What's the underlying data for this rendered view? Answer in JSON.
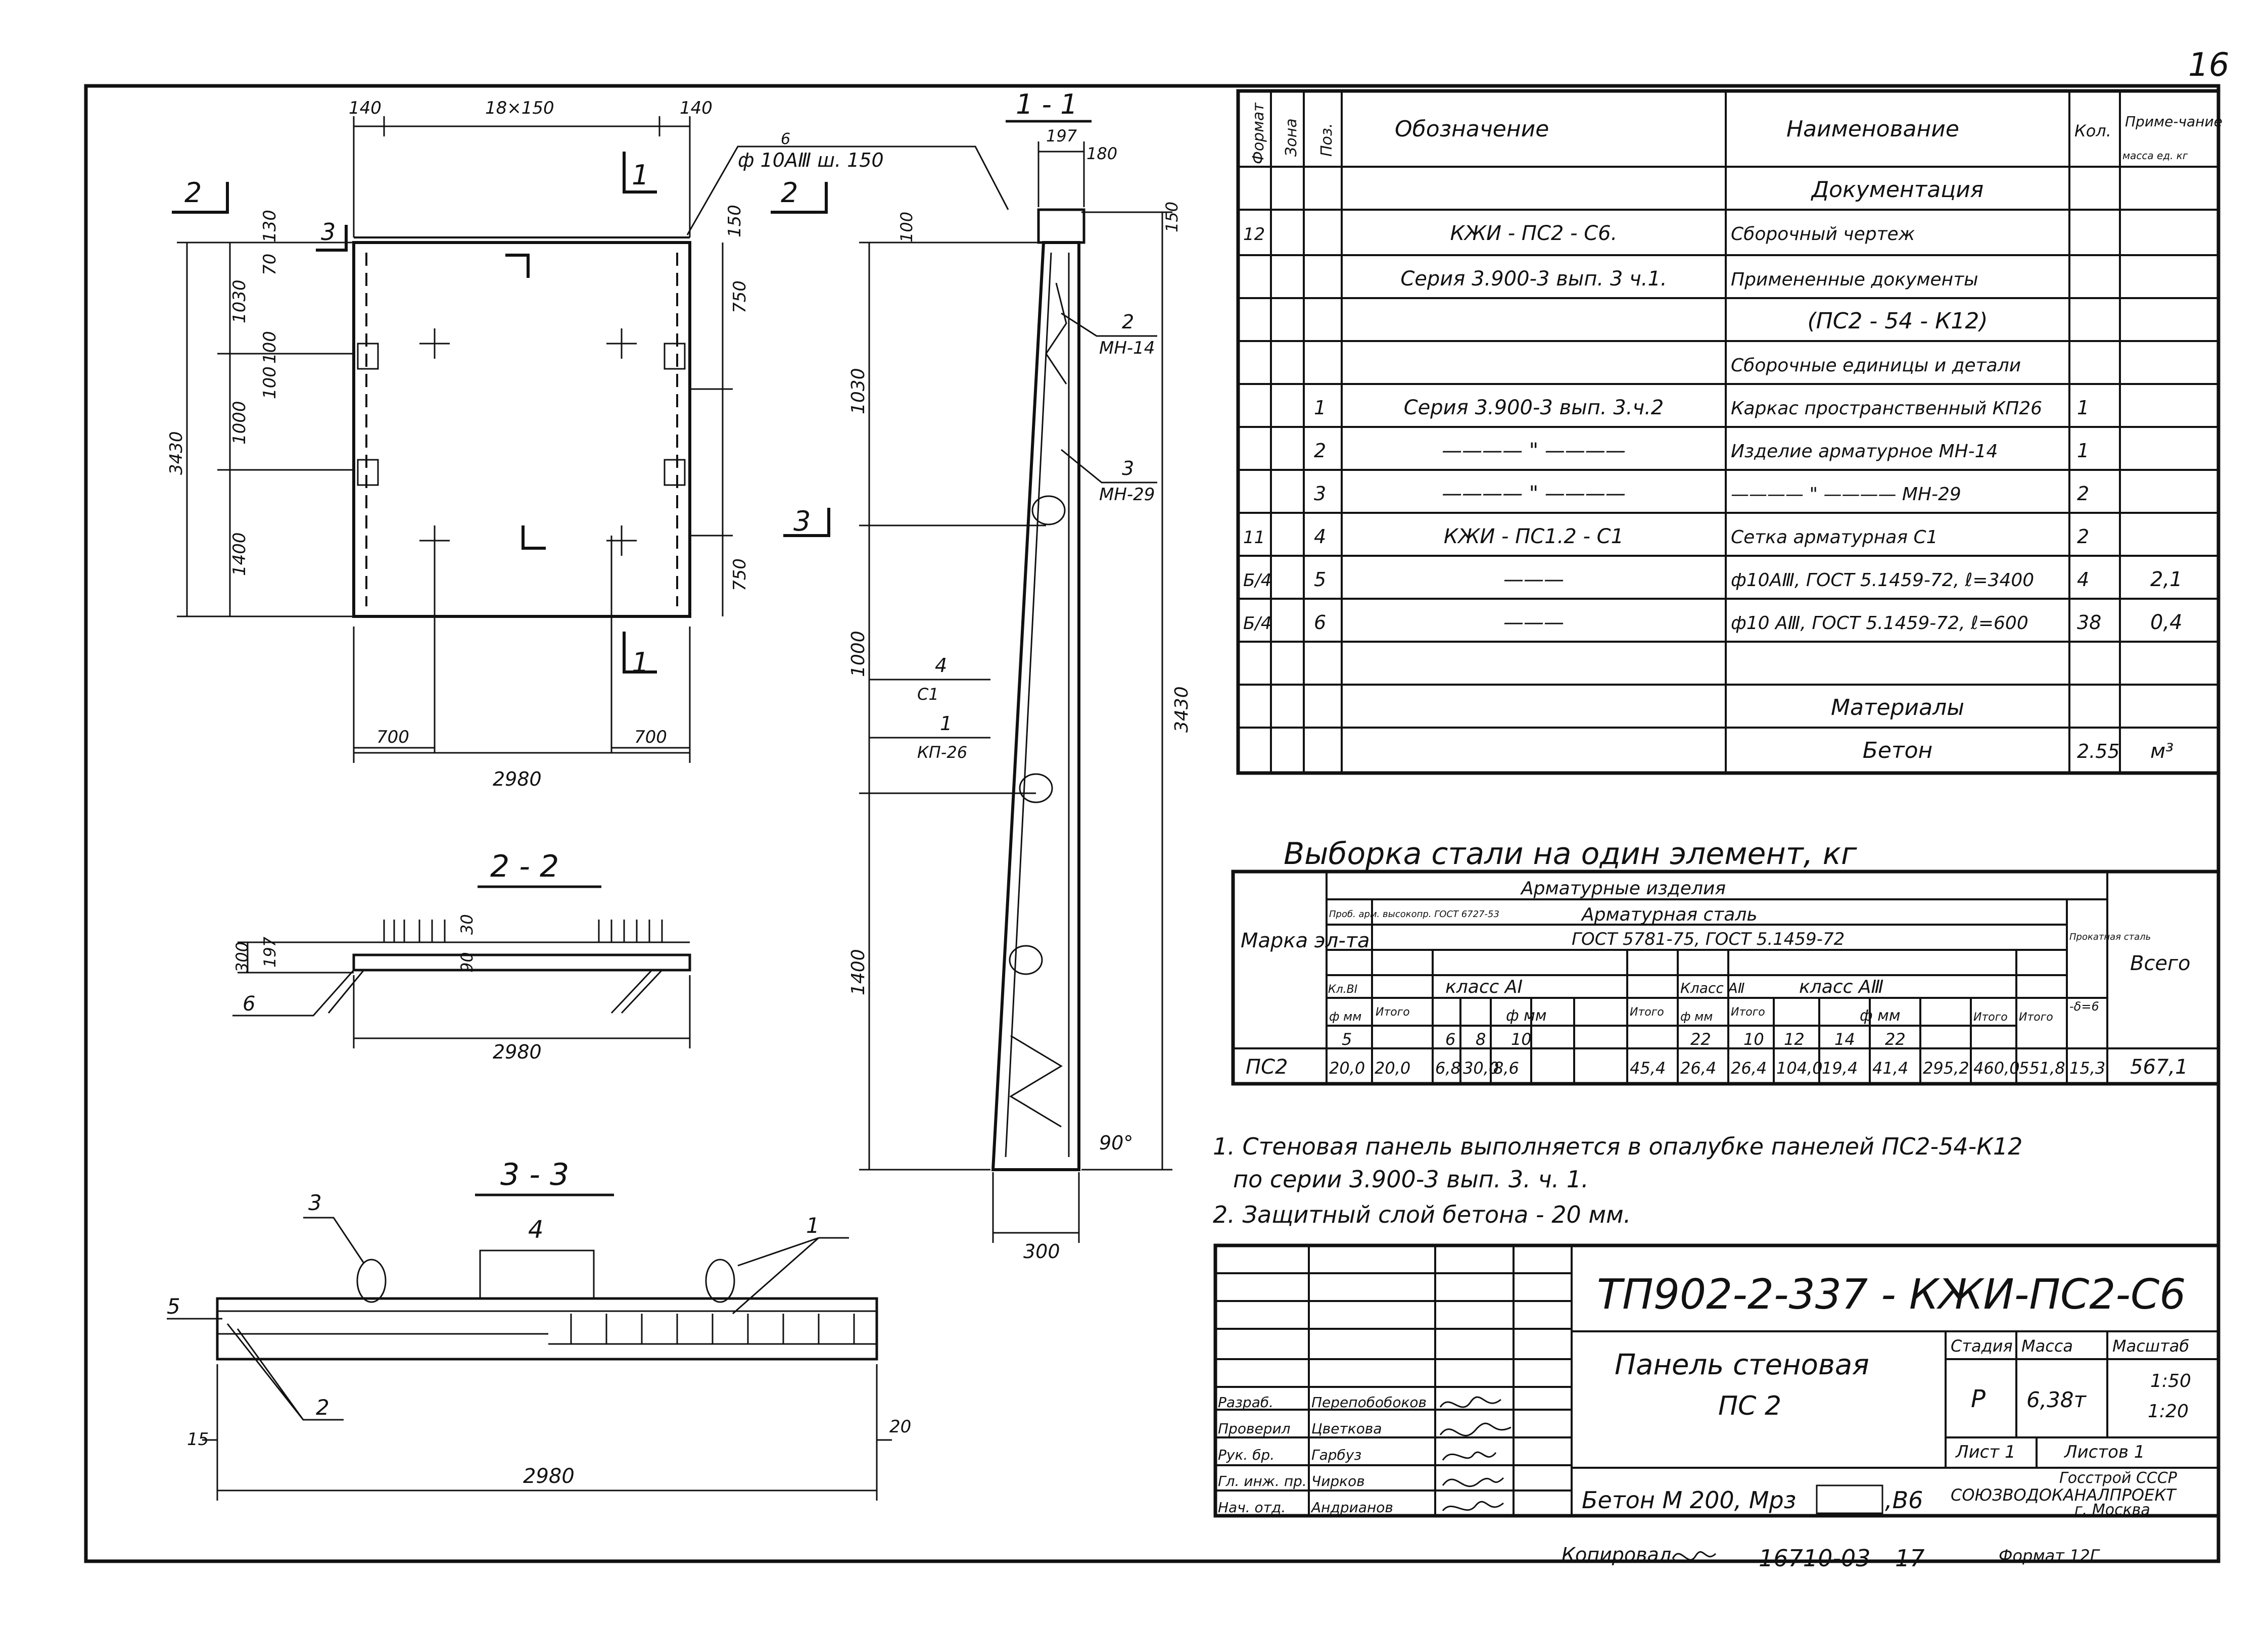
{
  "sheet_number": "16",
  "drawings": {
    "plan": {
      "dims_top": [
        "140",
        "18×150",
        "140"
      ],
      "dims_left": [
        "130",
        "1030",
        "70",
        "100",
        "100",
        "1000",
        "1400",
        "3430"
      ],
      "dims_right": [
        "150",
        "750",
        "750"
      ],
      "dims_bottom": [
        "700",
        "700",
        "2980"
      ],
      "section_marks": [
        "1",
        "1",
        "2",
        "2",
        "3",
        "3"
      ],
      "rebar_label": "ф 10АⅢ ш. 150",
      "rebar_pos": "6"
    },
    "section_1_1": {
      "title": "1 - 1",
      "dims": [
        "197",
        "180",
        "150",
        "100",
        "1030",
        "1000",
        "1400",
        "3430",
        "300",
        "90°"
      ],
      "callouts": [
        {
          "pos": "2",
          "sub": "МН-14"
        },
        {
          "pos": "3",
          "sub": "МН-29"
        },
        {
          "pos": "4",
          "sub": "С1"
        },
        {
          "pos": "1",
          "sub": "КП-26"
        }
      ]
    },
    "section_2_2": {
      "title": "2 - 2",
      "dims": [
        "300",
        "197",
        "30",
        "90",
        "2980"
      ],
      "pos": "6"
    },
    "section_3_3": {
      "title": "3 - 3",
      "dims": [
        "15",
        "20",
        "2980"
      ],
      "pos": [
        "3",
        "4",
        "1",
        "5",
        "2"
      ]
    }
  },
  "spec_table": {
    "headers": {
      "format": "Формат",
      "zone": "Зона",
      "pos": "Поз.",
      "designation": "Обозначение",
      "name": "Наименование",
      "qty": "Кол.",
      "note": "Приме-чание",
      "note_sub": "масса ед. кг"
    },
    "rows": [
      {
        "format": "",
        "pos": "",
        "designation": "",
        "name": "Документация",
        "qty": "",
        "note": ""
      },
      {
        "format": "12",
        "pos": "",
        "designation": "КЖИ - ПС2 - С6.",
        "name": "Сборочный чертеж",
        "qty": "",
        "note": ""
      },
      {
        "format": "",
        "pos": "",
        "designation": "Серия 3.900-3 вып. 3 ч.1.",
        "name": "Примененные документы",
        "qty": "",
        "note": ""
      },
      {
        "format": "",
        "pos": "",
        "designation": "",
        "name": "(ПС2 - 54 - К12)",
        "qty": "",
        "note": ""
      },
      {
        "format": "",
        "pos": "",
        "designation": "",
        "name": "Сборочные единицы и детали",
        "qty": "",
        "note": ""
      },
      {
        "format": "",
        "pos": "1",
        "designation": "Серия 3.900-3 вып. 3.ч.2",
        "name": "Каркас пространственный КП26",
        "qty": "1",
        "note": ""
      },
      {
        "format": "",
        "pos": "2",
        "designation": "———— \" ————",
        "name": "Изделие арматурное МН-14",
        "qty": "1",
        "note": ""
      },
      {
        "format": "",
        "pos": "3",
        "designation": "———— \" ————",
        "name": "———— \" ———— МН-29",
        "qty": "2",
        "note": ""
      },
      {
        "format": "11",
        "pos": "4",
        "designation": "КЖИ - ПС1.2 - С1",
        "name": "Сетка арматурная С1",
        "qty": "2",
        "note": ""
      },
      {
        "format": "Б/4",
        "pos": "5",
        "designation": "———",
        "name": "ф10АⅢ, ГОСТ 5.1459-72, ℓ=3400",
        "qty": "4",
        "note": "2,1"
      },
      {
        "format": "Б/4",
        "pos": "6",
        "designation": "———",
        "name": "ф10 АⅢ, ГОСТ 5.1459-72, ℓ=600",
        "qty": "38",
        "note": "0,4"
      },
      {
        "format": "",
        "pos": "",
        "designation": "",
        "name": "",
        "qty": "",
        "note": ""
      },
      {
        "format": "",
        "pos": "",
        "designation": "",
        "name": "Материалы",
        "qty": "",
        "note": ""
      },
      {
        "format": "",
        "pos": "",
        "designation": "",
        "name": "Бетон",
        "qty": "2.55",
        "note": "м³"
      }
    ]
  },
  "steel_table": {
    "title": "Выборка стали на один элемент, кг",
    "h_products": "Арматурные изделия",
    "h_steel": "Арматурная сталь",
    "h_gost": "ГОСТ 5781-75, ГОСТ 5.1459-72",
    "h_mark": "Марка эл-та",
    "h_wire": "Проб. арм. высокопр. ГОСТ 6727-53",
    "h_class_b1": "Кл.ВI",
    "h_class_a1": "класс АI",
    "h_class_a2": "Класс АⅡ",
    "h_class_a3": "класс АⅢ",
    "h_dia": "ф мм",
    "h_total": "Итого",
    "h_rolled": "Прокатная сталь",
    "h_delta": "-δ=6",
    "h_all": "Всего",
    "dias": [
      "5",
      "6",
      "8",
      "10",
      "22",
      "10",
      "12",
      "14",
      "22"
    ],
    "row": {
      "mark": "ПС2",
      "vals": [
        "20,0",
        "20,0",
        "6,8",
        "30,0",
        "8,6",
        "45,4",
        "26,4",
        "26,4",
        "104,0",
        "19,4",
        "41,4",
        "295,2",
        "460,0",
        "551,8",
        "15,3",
        "567,1"
      ]
    }
  },
  "notes": [
    "1. Стеновая панель выполняется в опалубке панелей ПС2-54-К12",
    "по серии 3.900-3 вып. 3. ч. 1.",
    "2. Защитный слой бетона - 20 мм."
  ],
  "title_block": {
    "code": "ТП902-2-337 - КЖИ-ПС2-С6",
    "name_line1": "Панель стеновая",
    "name_line2": "ПС 2",
    "concrete": "Бетон М 200, Мрз",
    "concrete_suffix": ",В6",
    "stage_label": "Стадия",
    "mass_label": "Масса",
    "scale_label": "Масштаб",
    "stage": "Р",
    "mass": "6,38т",
    "scale1": "1:50",
    "scale2": "1:20",
    "sheet_label": "Лист 1",
    "sheets_label": "Листов 1",
    "org1": "Госстрой СССР",
    "org2": "СОЮЗВОДОКАНАЛПРОЕКТ",
    "city": "г. Москва",
    "signers": [
      {
        "role": "Разраб.",
        "name": "Перепобобоков"
      },
      {
        "role": "Проверил",
        "name": "Цветкова"
      },
      {
        "role": "Рук. бр.",
        "name": "Гарбуз"
      },
      {
        "role": "Гл. инж. пр.",
        "name": "Чирков"
      },
      {
        "role": "Нач. отд.",
        "name": "Андрианов"
      }
    ]
  },
  "bottom": {
    "copied": "Копировал.",
    "number": "16710-03",
    "sheet": "17",
    "format": "Формат 12Г"
  }
}
